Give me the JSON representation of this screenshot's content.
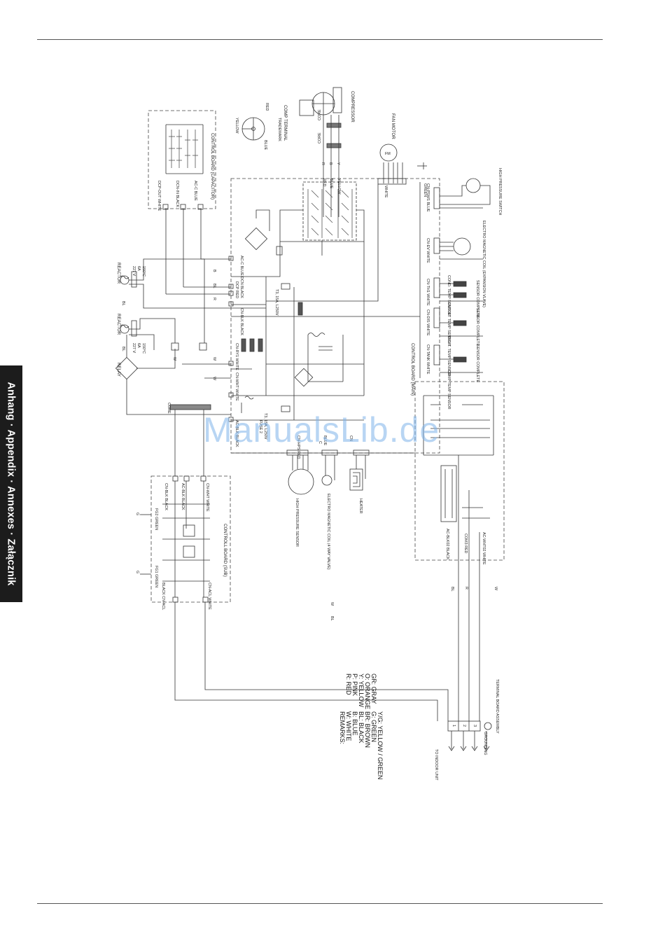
{
  "side_tab": "Anhang · Appendix · Annexes · Załącznik",
  "watermark": "ManualsLib.de",
  "compressor": {
    "label": "COMPRESSOR",
    "core": "CORE"
  },
  "comp_terminal": {
    "label": "COMP TERMINAL",
    "trademark": "TRADEMARK",
    "red": "RED",
    "yellow": "YELLOW",
    "blue": "BLUE"
  },
  "fan_motor": {
    "label": "FAN MOTOR",
    "symbol": "FM"
  },
  "capacitor_board": {
    "label": "CONTROL BOARD (CAPACITOR)",
    "connectors": [
      "DCP-OUT WHITE",
      "DCN-IN BLACK",
      "AC-C BLUE"
    ]
  },
  "reactors": [
    {
      "label": "REACTOR",
      "rating": "227 V",
      "amp": "6A",
      "temp": "150°C"
    },
    {
      "label": "REACTOR",
      "rating": "227 V",
      "amp": "6A",
      "temp": "150°C"
    }
  ],
  "relay": "RELAY",
  "core_label": "CORE",
  "fuses": {
    "fuse1": "T3, 15A, L250V",
    "fuse2": "FUSE 2",
    "fuse2_rating": "T3, 15A, L250V"
  },
  "main_connectors": [
    "AC-C BLUE",
    "DCN BLACK",
    "DCP RED",
    "CN-BLK BLACK",
    "CN-RY1 WHITE",
    "CN-WHT WHITE",
    "AC-BLK BLACK",
    "CN-HPS RED"
  ],
  "wire_codes": [
    "B",
    "BL",
    "R",
    "BL",
    "W",
    "W",
    "BL",
    "W"
  ],
  "motor_wires": [
    "RED",
    "BLUE",
    "YELLOW"
  ],
  "motor_codes": [
    "R",
    "B",
    "Y"
  ],
  "fan_wire": "WHITE",
  "right_connectors": [
    {
      "label": "CN-PSW1 BLUE",
      "extra": "GREEN"
    },
    {
      "label": "CN-EV WHITE"
    },
    {
      "label": "CN-TH1 WHITE"
    },
    {
      "label": "CN-DIS WHITE"
    },
    {
      "label": "CN-TANK WHITE"
    }
  ],
  "right_components": [
    "HIGH PRESSURE SWITCH",
    "ELECTRO MAGNETIC COIL (EXPANSION VLAVE)",
    "COND. TEMP SENSOR",
    "SENSOR COMPLETE",
    "OUTLET TEMP SENSOR",
    "SENSOR COMPLETE",
    "DIS. T. TEMP SENSOR",
    "SENSOR COMPLETE",
    "COMP TEMP SENSOR"
  ],
  "main_board": "CONTROL BOARD (MAIN)",
  "bottom_components": [
    {
      "label": "HIGH PRESSURE SENSOR"
    },
    {
      "label": "ELECTRO MAGNETIC COIL (4 WAY VALVE)"
    },
    {
      "label": "HEATER"
    }
  ],
  "bottom_connectors": [
    "C",
    "BLUE",
    "CN"
  ],
  "sub_board": {
    "label": "CONTROLL BOARD (SUB)",
    "connectors": [
      "CN-BLK BLACK",
      "AC-BLK BLACK",
      "CN-WHT WHITE",
      "BLACK CN-ACL",
      "CN-ACL WHITE"
    ],
    "grounds": [
      "FG2 GREEN",
      "FG1 GREEN"
    ],
    "g": "G"
  },
  "right_board_connectors": [
    "AC-BLK02 BLACK",
    "COM3 RED",
    "AC-WHT02 WHITE"
  ],
  "lower_codes": [
    "BL",
    "R",
    "W",
    "W",
    "BL"
  ],
  "remarks": {
    "title": "REMARKS:",
    "left": [
      "W: WHITE",
      "B: BLUE",
      "BL: BLACK",
      "BR: BROWN",
      "G: GREEN",
      "Y/G: YELLOW / GREEN"
    ],
    "right": [
      "R: RED",
      "P: PINK",
      "Y: YELLOW",
      "O: ORANGE",
      "GR: GRAY"
    ]
  },
  "terminal": {
    "to_indoor": "TO INDOOR UNIT",
    "grounding": "GROUNDING",
    "assembly": "TERMINAL BOARD ASSEMBLY",
    "numbers": [
      "1",
      "2",
      "3"
    ]
  }
}
